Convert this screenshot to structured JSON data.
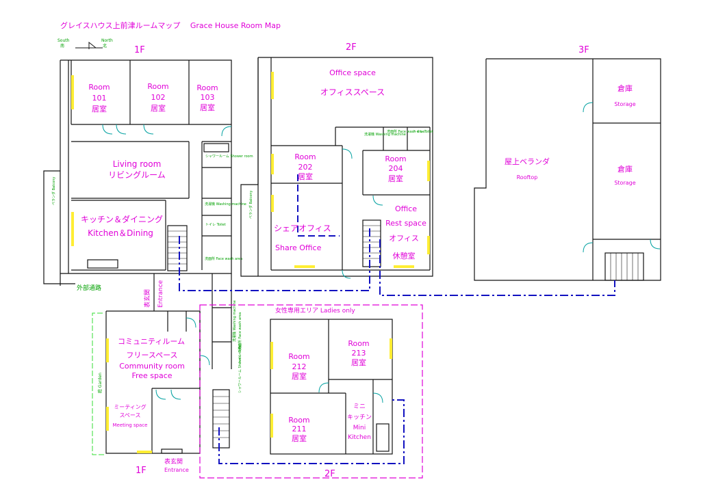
{
  "title": "グレイスハウス上前津ルームマップ　 Grace House Room Map",
  "compass": {
    "south": "South",
    "south_jp": "南",
    "north": "North",
    "north_jp": "北"
  },
  "floors": {
    "f1_top": "1F",
    "f2_top": "2F",
    "f3_top": "3F",
    "f1_bottom": "1F",
    "f2_bottom": "2F"
  },
  "rooms_1f": {
    "room101": [
      "Room",
      "101",
      "居室"
    ],
    "room102": [
      "Room",
      "102",
      "居室"
    ],
    "room103": [
      "Room",
      "103",
      "居室"
    ],
    "living": [
      "Living room",
      "リビングルーム"
    ],
    "kitchen": [
      "キッチン＆ダイニング",
      "Kitchen＆Dining"
    ],
    "balcony": "ベランダ Balcony",
    "shower": "シャワールーム Shower room",
    "washing": "洗濯機 Washing machine",
    "toilet": "トイレ Toilet",
    "face_wash": "洗面所 Face wash area",
    "outer_path": "外部通路",
    "entrance_jp": "表玄関",
    "entrance_en": "Entrance"
  },
  "rooms_2f": {
    "office": [
      "Office space",
      "オフィススペース"
    ],
    "room202": [
      "Room",
      "202",
      "居室"
    ],
    "room204": [
      "Room",
      "204",
      "居室"
    ],
    "share_jp": "シェアオフィス",
    "share_en": "Share Office",
    "rest": [
      "Office",
      "Rest space",
      "オフィス",
      "休憩室"
    ],
    "balcony": "ベランダ Balcony",
    "wash": "洗濯機 Washing machine",
    "face": "洗面所 Face wash area",
    "toilet": "トイレ Toilet"
  },
  "rooms_3f": {
    "storage1": [
      "倉庫",
      "Storage"
    ],
    "storage2": [
      "倉庫",
      "Storage"
    ],
    "rooftop": [
      "屋上ベランダ",
      "Rooftop"
    ]
  },
  "annex_1f": {
    "community": [
      "コミュニティルーム",
      "フリースペース",
      "Community room",
      "Free space"
    ],
    "meeting": [
      "ミーティング",
      "スペース",
      "Meeting space"
    ],
    "garden": "庭 Garden",
    "entrance_jp": "表玄関",
    "entrance_en": "Entrance",
    "washing": "洗濯機 Washing machine",
    "face": "洗面所 Face wash area",
    "toilet": "トイレ Toilet",
    "shower": "シャワールーム Shower room"
  },
  "annex_2f": {
    "ladies": "女性専用エリア Ladies only",
    "room212": [
      "Room",
      "212",
      "居室"
    ],
    "room213": [
      "Room",
      "213",
      "居室"
    ],
    "room211": [
      "Room",
      "211",
      "居室"
    ],
    "mini": [
      "ミニ",
      "キッチン",
      "Mini",
      "Kitchen"
    ]
  },
  "colors": {
    "label": "#e000d8",
    "small_label": "#00a000",
    "wall": "#111111",
    "stair_link": "#1010c0",
    "ladies_border": "#e000d8",
    "garden_border": "#33dd33",
    "window": "#ffee33",
    "door": "#00a0a0"
  }
}
